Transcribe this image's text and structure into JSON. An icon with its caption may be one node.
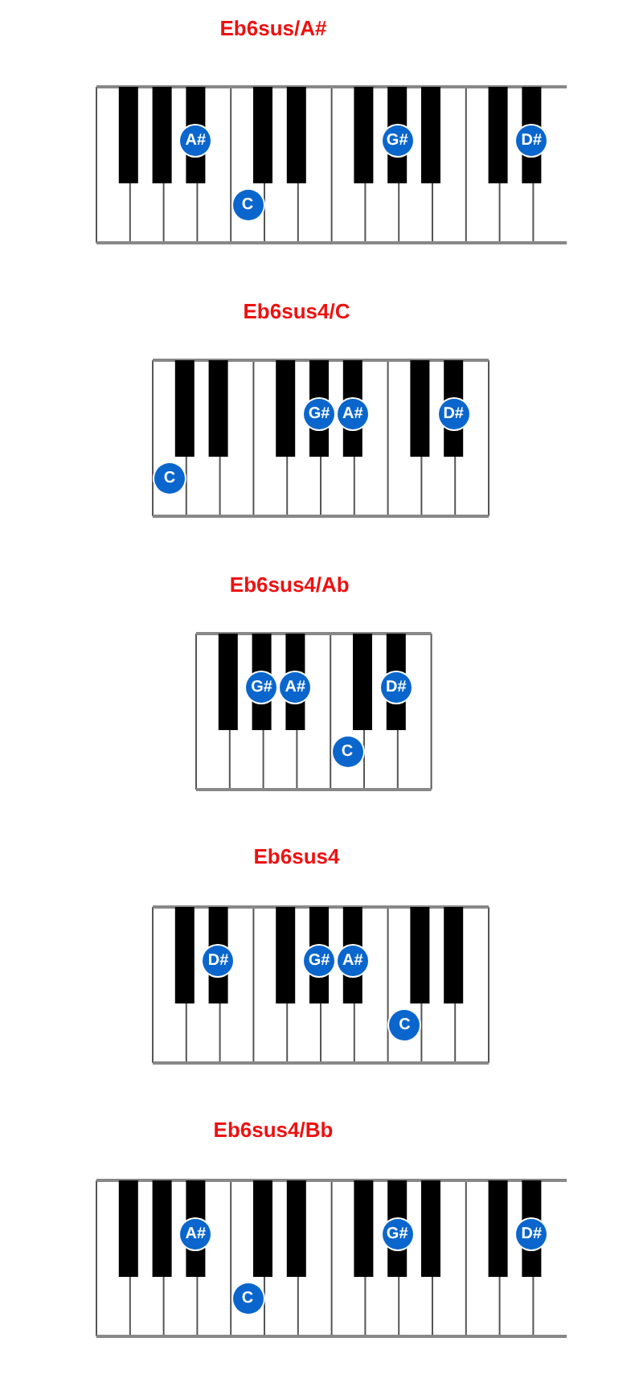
{
  "diagram": {
    "labels": [
      "Eb6sus/A#",
      "A#",
      "G#",
      "D#",
      "C",
      "Eb6sus4/C",
      "G#",
      "A#",
      "D#",
      "C",
      "Eb6sus4/Ab",
      "G#",
      "A#",
      "D#",
      "C",
      "Eb6sus4",
      "D#",
      "G#",
      "A#",
      "C",
      "Eb6sus4/Bb",
      "A#",
      "G#",
      "D#",
      "C"
    ]
  }
}
